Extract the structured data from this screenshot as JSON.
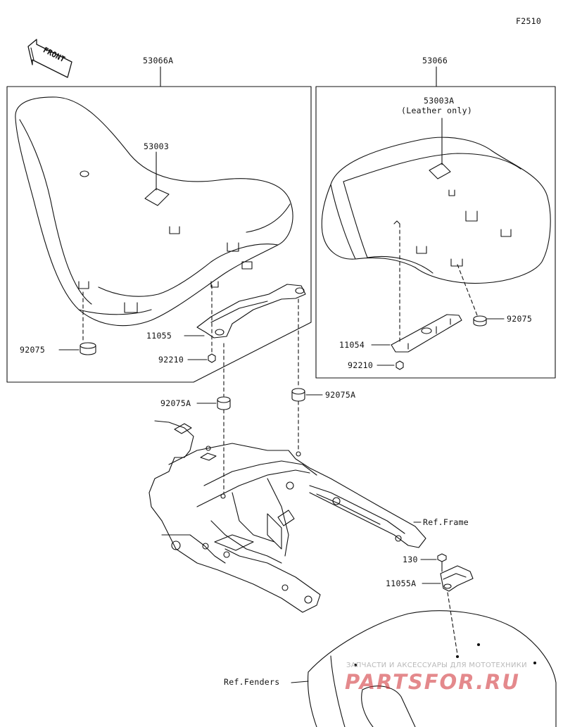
{
  "diagram_code": "F2510",
  "front_label": "FRONT",
  "assemblies": {
    "left_seat": "53066A",
    "right_seat": "53066"
  },
  "parts": {
    "left_tag": "53003",
    "right_tag": "53003A",
    "right_tag_note": "(Leather only)",
    "damper_left": "92075",
    "damper_right": "92075",
    "bracket_left": "11055",
    "bracket_right": "11054",
    "nut_left": "92210",
    "nut_right": "92210",
    "frame_damper_left": "92075A",
    "frame_damper_right": "92075A",
    "bolt": "130",
    "bracket_rear": "11055A"
  },
  "references": {
    "frame": "Ref.Frame",
    "fenders": "Ref.Fenders"
  },
  "watermark": {
    "tagline": "ЗАПЧАСТИ И АКСЕССУАРЫ ДЛЯ МОТОТЕХНИКИ",
    "brand": "PARTSFOR.RU"
  }
}
